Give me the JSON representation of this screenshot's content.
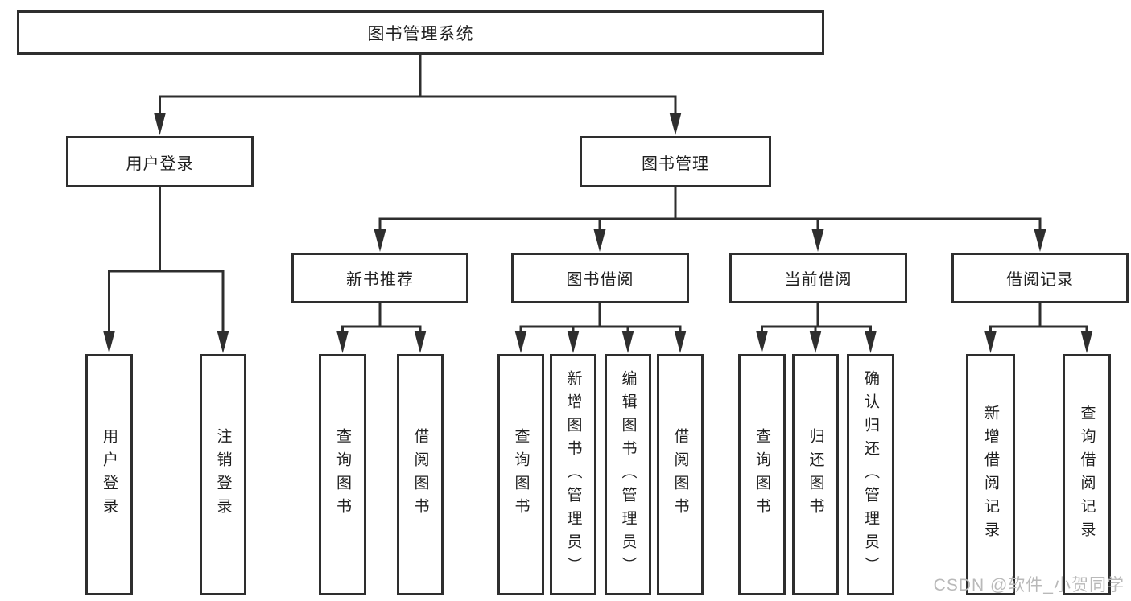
{
  "diagram": {
    "title": "图书管理系统",
    "level2": [
      {
        "label": "用户登录"
      },
      {
        "label": "图书管理"
      }
    ],
    "level3": [
      {
        "label": "新书推荐"
      },
      {
        "label": "图书借阅"
      },
      {
        "label": "当前借阅"
      },
      {
        "label": "借阅记录"
      }
    ],
    "leaves": [
      {
        "label": "用户登录"
      },
      {
        "label": "注销登录"
      },
      {
        "label": "查询图书"
      },
      {
        "label": "借阅图书"
      },
      {
        "label": "查询图书"
      },
      {
        "label": "新增图书（管理员）"
      },
      {
        "label": "编辑图书（管理员）"
      },
      {
        "label": "借阅图书"
      },
      {
        "label": "查询图书"
      },
      {
        "label": "归还图书"
      },
      {
        "label": "确认归还（管理员）"
      },
      {
        "label": "新增借阅记录"
      },
      {
        "label": "查询借阅记录"
      }
    ],
    "watermark": "CSDN @软件_小贺同学",
    "colors": {
      "line": "#2e2e2e",
      "text": "#1f1f1f",
      "watermark": "#b9b9b9",
      "background": "#ffffff"
    }
  }
}
